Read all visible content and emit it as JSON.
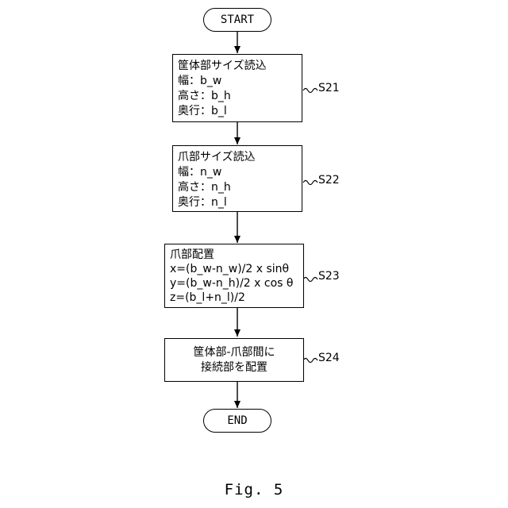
{
  "flowchart": {
    "start_label": "START",
    "end_label": "END",
    "steps": [
      {
        "id": "S21",
        "lines": [
          "筐体部サイズ読込",
          "幅：b_w",
          "高さ：b_h",
          "奥行：b_l"
        ]
      },
      {
        "id": "S22",
        "lines": [
          "爪部サイズ読込",
          "幅：n_w",
          "高さ：n_h",
          "奥行：n_l"
        ]
      },
      {
        "id": "S23",
        "lines": [
          "爪部配置",
          "x=(b_w-n_w)/2 x sinθ",
          "y=(b_w-n_h)/2 x cos θ",
          "z=(b_l+n_l)/2"
        ]
      },
      {
        "id": "S24",
        "lines": [
          "筐体部-爪部間に",
          "接続部を配置"
        ]
      }
    ]
  },
  "caption": "Fig. 5"
}
